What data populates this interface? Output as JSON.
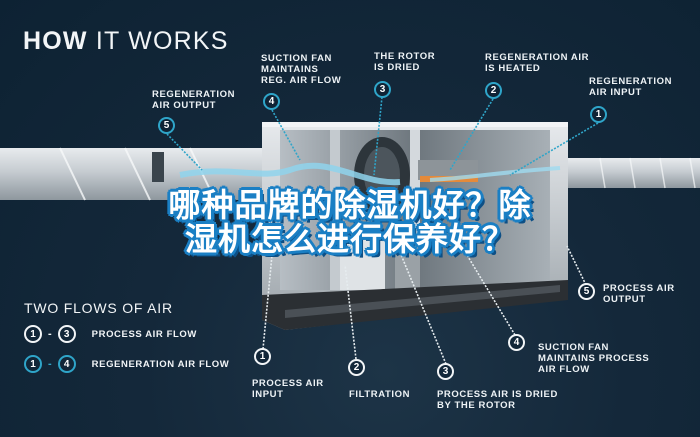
{
  "title": {
    "bold": "HOW",
    "rest": " IT WORKS"
  },
  "headline": {
    "line1": "哪种品牌的除湿机好？除",
    "line2": "湿机怎么进行保养好？"
  },
  "top_callouts": [
    {
      "number": "5",
      "label": "REGENERATION\nAIR OUTPUT"
    },
    {
      "number": "4",
      "label": "SUCTION FAN\nMAINTAINS\nREG. AIR FLOW"
    },
    {
      "number": "3",
      "label": "THE ROTOR\nIS DRIED"
    },
    {
      "number": "2",
      "label": "REGENERATION AIR\nIS HEATED"
    },
    {
      "number": "1",
      "label": "REGENERATION\nAIR INPUT"
    }
  ],
  "bottom_callouts": [
    {
      "number": "1",
      "label": "PROCESS AIR\nINPUT"
    },
    {
      "number": "2",
      "label": "FILTRATION"
    },
    {
      "number": "3",
      "label": "PROCESS AIR IS DRIED\nBY THE ROTOR"
    },
    {
      "number": "4",
      "label": "SUCTION FAN\nMAINTAINS PROCESS\nAIR FLOW"
    },
    {
      "number": "5",
      "label": "PROCESS AIR\nOUTPUT"
    }
  ],
  "legend": {
    "title": "TWO FLOWS OF AIR",
    "rows": [
      {
        "from": "1",
        "to": "3",
        "label": "PROCESS AIR FLOW",
        "color": "#f2f5f7"
      },
      {
        "from": "1",
        "to": "4",
        "label": "REGENERATION AIR FLOW",
        "color": "#2fa5c9"
      }
    ]
  },
  "colors": {
    "background": "#0d2233",
    "regeneration_accent": "#2fa5c9",
    "process_accent": "#f2f5f7",
    "headline_outline": "#1a7fc4"
  }
}
